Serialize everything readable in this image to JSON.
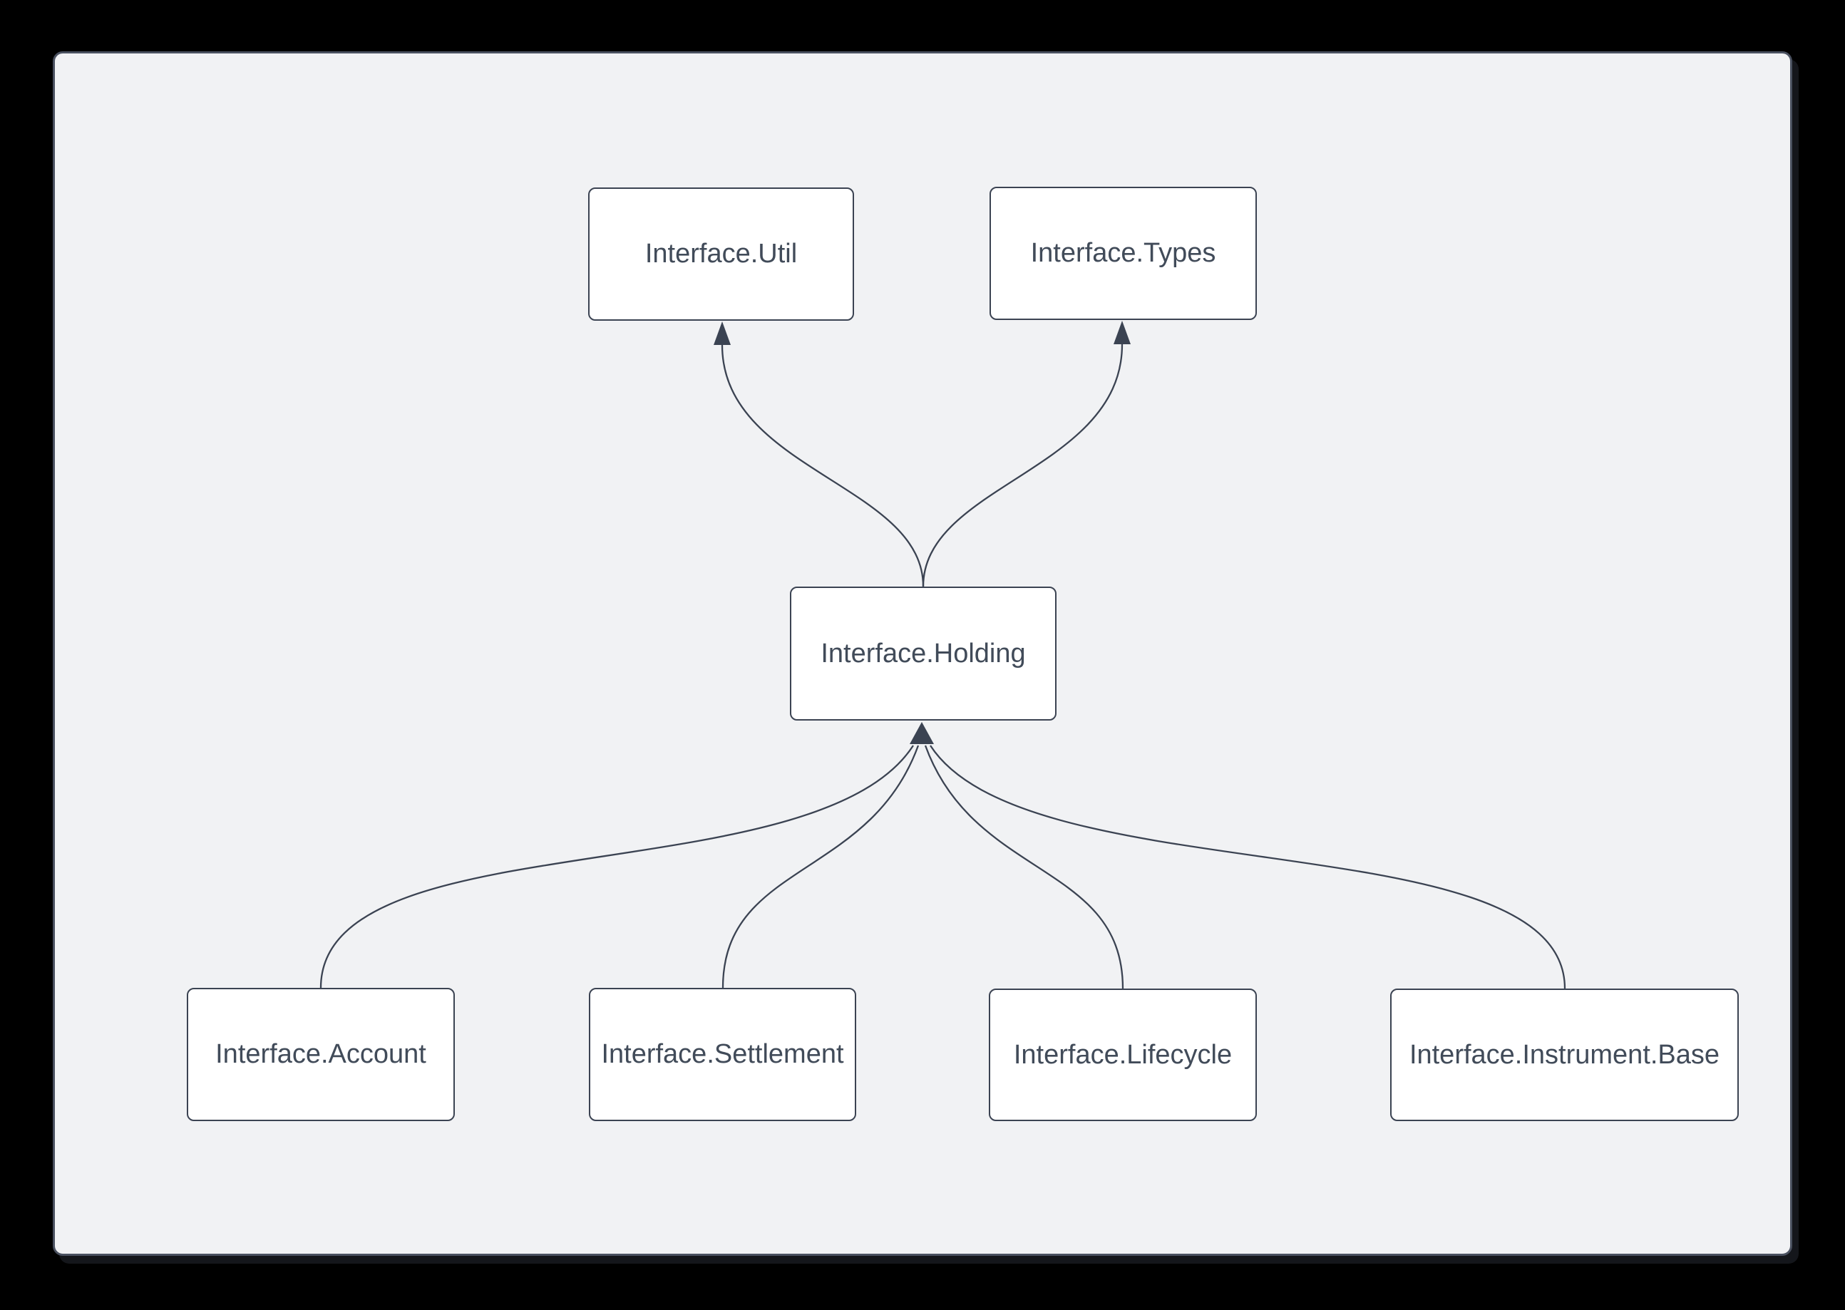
{
  "window": {
    "background": "#000000"
  },
  "canvas": {
    "background": "#f1f2f4",
    "border_color": "#4a5160",
    "node_fill": "#ffffff",
    "node_border_color": "#3b4352",
    "edge_color": "#3b4352",
    "text_color": "#414b59"
  },
  "diagram": {
    "type": "dependency-graph",
    "nodes": [
      {
        "id": "util",
        "label": "Interface.Util"
      },
      {
        "id": "types",
        "label": "Interface.Types"
      },
      {
        "id": "holding",
        "label": "Interface.Holding"
      },
      {
        "id": "account",
        "label": "Interface.Account"
      },
      {
        "id": "settlement",
        "label": "Interface.Settlement"
      },
      {
        "id": "lifecycle",
        "label": "Interface.Lifecycle"
      },
      {
        "id": "instrument_base",
        "label": "Interface.Instrument.Base"
      }
    ],
    "edges": [
      {
        "from": "Interface.Holding",
        "to": "Interface.Util"
      },
      {
        "from": "Interface.Holding",
        "to": "Interface.Types"
      },
      {
        "from": "Interface.Account",
        "to": "Interface.Holding"
      },
      {
        "from": "Interface.Settlement",
        "to": "Interface.Holding"
      },
      {
        "from": "Interface.Lifecycle",
        "to": "Interface.Holding"
      },
      {
        "from": "Interface.Instrument.Base",
        "to": "Interface.Holding"
      }
    ]
  }
}
